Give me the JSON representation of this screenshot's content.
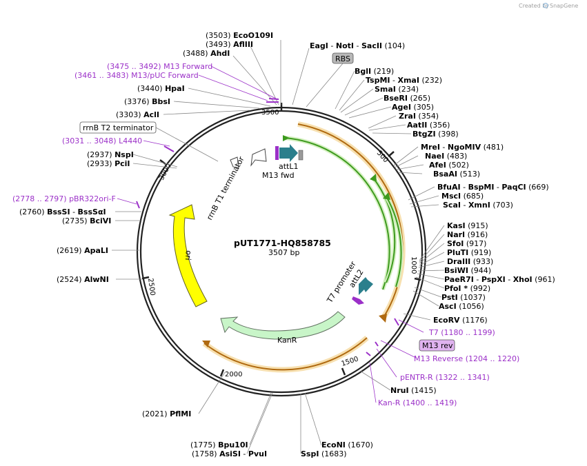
{
  "credit": "Created by",
  "brand": "SnapGene",
  "plasmid": {
    "name": "pUT1771-HQ858785",
    "size": "3507 bp"
  },
  "ticks": [
    "500",
    "1000",
    "1500",
    "2000",
    "2500",
    "3000",
    "3500"
  ],
  "inner_labels": {
    "attL1": "attL1",
    "m13fwd": "M13 fwd",
    "rrnb_t1": "rrnB T1 terminator",
    "ori": "ori",
    "kanr": "KanR",
    "t7_promoter": "T7 promoter",
    "attL2": "attL2"
  },
  "boxed": {
    "rbs": "RBS",
    "rrnb_t2": "rrnB T2 terminator",
    "m13rev": "M13 rev"
  },
  "sites": {
    "ecoo109i": {
      "pos": "(3503)",
      "name": "EcoO109I"
    },
    "aflii": {
      "pos": "(3493)",
      "name": "AflIII"
    },
    "ahdi": {
      "pos": "(3488)",
      "name": "AhdI"
    },
    "hpai": {
      "pos": "(3440)",
      "name": "HpaI"
    },
    "bbssi": {
      "pos": "(3376)",
      "name": "BbsI"
    },
    "acli": {
      "pos": "(3303)",
      "name": "AclI"
    },
    "nspi": {
      "pos": "(2937)",
      "name": "NspI"
    },
    "pcii": {
      "pos": "(2933)",
      "name": "PciI"
    },
    "bsssi": {
      "pos": "(2760)",
      "name": "BssSI",
      "name2": "BssSαI"
    },
    "bcivi": {
      "pos": "(2735)",
      "name": "BciVI"
    },
    "apali": {
      "pos": "(2619)",
      "name": "ApaLI"
    },
    "alwni": {
      "pos": "(2524)",
      "name": "AlwNI"
    },
    "pfimi": {
      "pos": "(2021)",
      "name": "PflMI"
    },
    "bpu10i": {
      "pos": "(1775)",
      "name": "Bpu10I"
    },
    "asisi": {
      "pos": "(1758)",
      "name": "AsiSI",
      "name2": "PvuI"
    },
    "ecoi": {
      "pos": "(1670)",
      "name": "EcoNI"
    },
    "sspi": {
      "pos": "(1683)",
      "name": "SspI"
    },
    "nrui": {
      "pos": "(1415)",
      "name": "NruI"
    },
    "ecorv": {
      "pos": "(1176)",
      "name": "EcoRV"
    },
    "asci": {
      "pos": "(1056)",
      "name": "AscI"
    },
    "psti": {
      "pos": "(1037)",
      "name": "PstI"
    },
    "pfoi": {
      "pos": "(992)",
      "name": "PfoI *"
    },
    "paer7i": {
      "pos": "(961)",
      "name": "PaeR7I",
      "name2": "PspXI",
      "name3": "XhoI"
    },
    "bsiwi": {
      "pos": "(944)",
      "name": "BsiWI"
    },
    "draiii": {
      "pos": "(933)",
      "name": "DraIII"
    },
    "pluti": {
      "pos": "(919)",
      "name": "PluTI"
    },
    "sfoi": {
      "pos": "(917)",
      "name": "SfoI"
    },
    "nari": {
      "pos": "(916)",
      "name": "NarI"
    },
    "kasi": {
      "pos": "(915)",
      "name": "KasI"
    },
    "scai": {
      "pos": "(703)",
      "name": "ScaI",
      "name2": "XmnI"
    },
    "msci": {
      "pos": "(685)",
      "name": "MscI"
    },
    "bfuai": {
      "pos": "(669)",
      "name": "BfuAI",
      "name2": "BspMI",
      "name3": "PaqCI"
    },
    "bsaai": {
      "pos": "(513)",
      "name": "BsaAI"
    },
    "afei": {
      "pos": "(502)",
      "name": "AfeI"
    },
    "naei": {
      "pos": "(483)",
      "name": "NaeI"
    },
    "mrei": {
      "pos": "(481)",
      "name": "MreI",
      "name2": "NgoMIV"
    },
    "btgzi": {
      "pos": "(398)",
      "name": "BtgZI"
    },
    "aatii": {
      "pos": "(356)",
      "name": "AatII"
    },
    "zrai": {
      "pos": "(354)",
      "name": "ZraI"
    },
    "agei": {
      "pos": "(305)",
      "name": "AgeI"
    },
    "bseri": {
      "pos": "(265)",
      "name": "BseRI"
    },
    "smai": {
      "pos": "(234)",
      "name": "SmaI"
    },
    "tspmi": {
      "pos": "(232)",
      "name": "TspMI",
      "name2": "XmaI"
    },
    "bgli": {
      "pos": "(219)",
      "name": "BglI"
    },
    "eagi": {
      "pos": "(104)",
      "name": "EagI",
      "name2": "NotI",
      "name3": "SacII"
    }
  },
  "primers": {
    "m13fwd": {
      "range": "(3475 .. 3492)",
      "name": "M13 Forward"
    },
    "m13puc": {
      "range": "(3461 .. 3483)",
      "name": "M13/pUC Forward"
    },
    "l4440": {
      "range": "(3031 .. 3048)",
      "name": "L4440"
    },
    "pbr322": {
      "range": "(2778 .. 2797)",
      "name": "pBR322ori-F"
    },
    "t7": {
      "name": "T7",
      "range": "(1180 .. 1199)"
    },
    "m13rev": {
      "name": "M13 Reverse",
      "range": "(1204 .. 1220)"
    },
    "pentr": {
      "name": "pENTR-R",
      "range": "(1322 .. 1341)"
    },
    "kanr": {
      "name": "Kan-R",
      "range": "(1400 .. 1419)"
    }
  },
  "colors": {
    "backbone": "#222222",
    "orange": "#e8a53a",
    "green": "#3d9a1e",
    "ori": "#ffff00",
    "kanr": "#c8f5c8",
    "teal": "#2b7f8c",
    "primer": "#9b30c8"
  }
}
